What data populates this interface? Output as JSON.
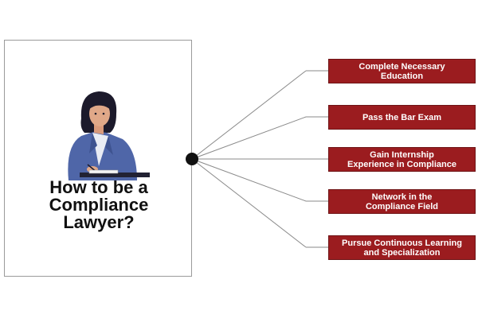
{
  "title": "How to be a\nCompliance\nLawyer?",
  "colors": {
    "box_fill": "#9b1c1f",
    "hub": "#111111",
    "line": "#8a8a8a"
  },
  "steps": [
    {
      "label": "Complete Necessary\nEducation"
    },
    {
      "label": "Pass the Bar Exam"
    },
    {
      "label": "Gain Internship\nExperience in Compliance"
    },
    {
      "label": "Network in the\nCompliance Field"
    },
    {
      "label": "Pursue Continuous Learning\nand Specialization"
    }
  ]
}
